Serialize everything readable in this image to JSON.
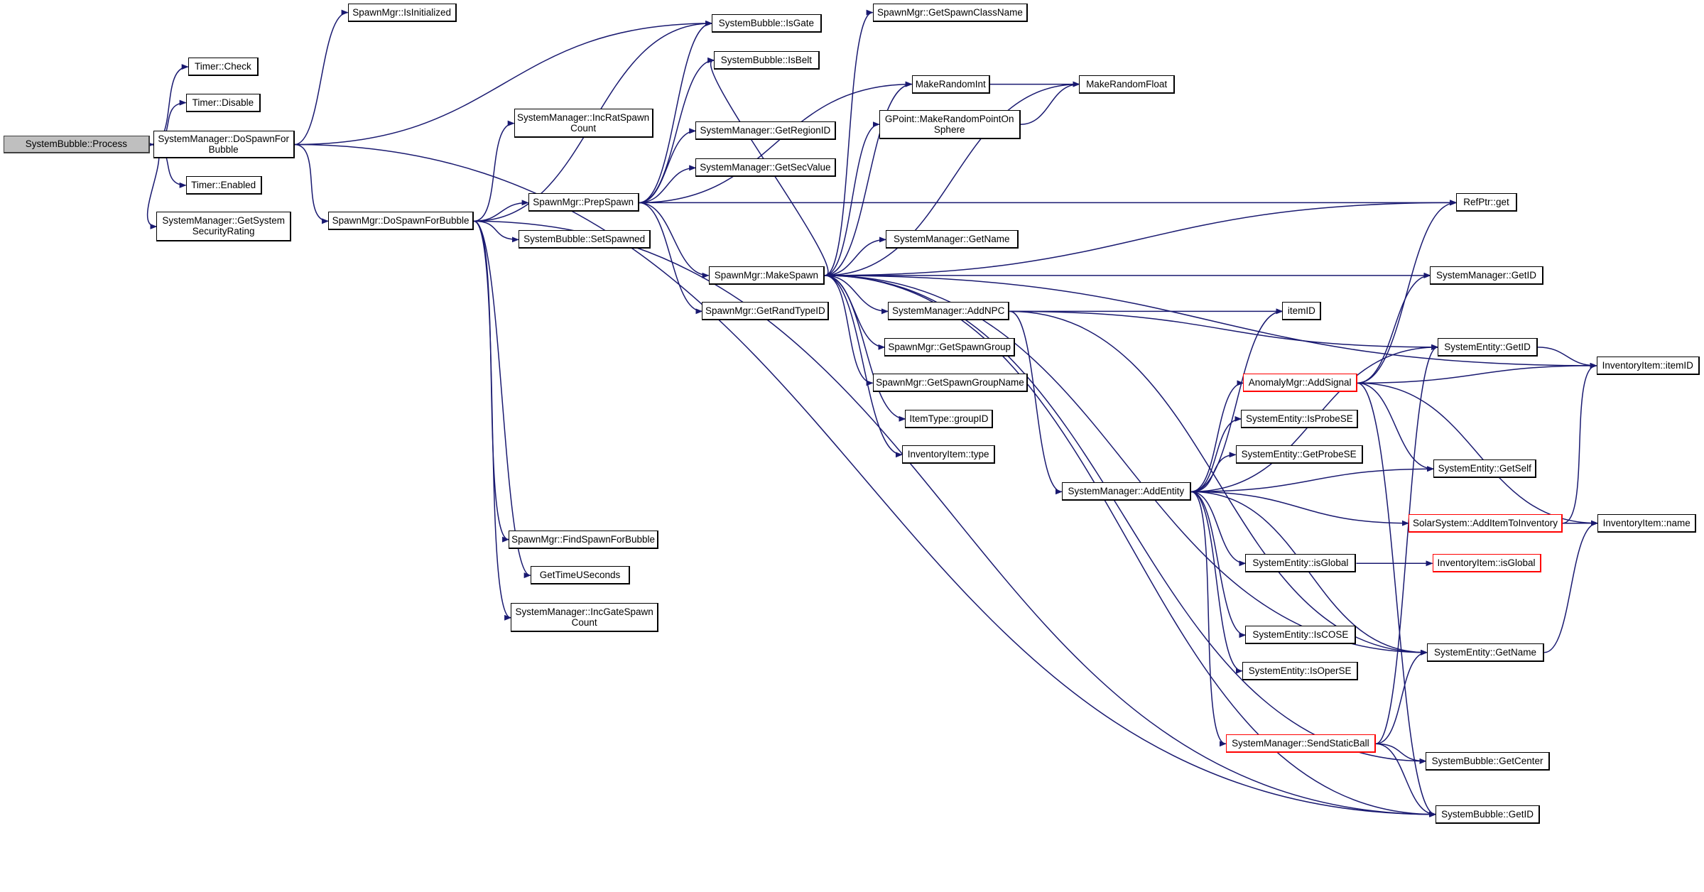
{
  "title": "SystemBubble::Process call graph",
  "colors": {
    "edge": "#191970",
    "root_fill": "#bfbfbf",
    "truncated_border": "#ff0000",
    "node_border": "#000000"
  },
  "nodes": [
    {
      "id": "process",
      "label": "SystemBubble::Process",
      "style": "root"
    },
    {
      "id": "timer_check",
      "label": "Timer::Check"
    },
    {
      "id": "timer_disable",
      "label": "Timer::Disable"
    },
    {
      "id": "sm_dospawn",
      "label": "SystemManager::DoSpawnFor\nBubble"
    },
    {
      "id": "timer_enabled",
      "label": "Timer::Enabled"
    },
    {
      "id": "sm_secrating",
      "label": "SystemManager::GetSystem\nSecurityRating"
    },
    {
      "id": "spm_isinit",
      "label": "SpawnMgr::IsInitialized"
    },
    {
      "id": "sb_isgate",
      "label": "SystemBubble::IsGate"
    },
    {
      "id": "sb_isbelt",
      "label": "SystemBubble::IsBelt"
    },
    {
      "id": "sm_incrat",
      "label": "SystemManager::IncRatSpawn\nCount"
    },
    {
      "id": "sm_region",
      "label": "SystemManager::GetRegionID"
    },
    {
      "id": "sm_secvalue",
      "label": "SystemManager::GetSecValue"
    },
    {
      "id": "spm_prep",
      "label": "SpawnMgr::PrepSpawn"
    },
    {
      "id": "spm_dospawn",
      "label": "SpawnMgr::DoSpawnForBubble"
    },
    {
      "id": "sb_setspawned",
      "label": "SystemBubble::SetSpawned"
    },
    {
      "id": "spm_make",
      "label": "SpawnMgr::MakeSpawn"
    },
    {
      "id": "spm_randtype",
      "label": "SpawnMgr::GetRandTypeID"
    },
    {
      "id": "spm_find",
      "label": "SpawnMgr::FindSpawnForBubble"
    },
    {
      "id": "gettime",
      "label": "GetTimeUSeconds"
    },
    {
      "id": "sm_incgate",
      "label": "SystemManager::IncGateSpawn\nCount"
    },
    {
      "id": "spm_classname",
      "label": "SpawnMgr::GetSpawnClassName"
    },
    {
      "id": "randint",
      "label": "MakeRandomInt"
    },
    {
      "id": "randfloat",
      "label": "MakeRandomFloat"
    },
    {
      "id": "gpoint",
      "label": "GPoint::MakeRandomPointOn\nSphere"
    },
    {
      "id": "sm_getname",
      "label": "SystemManager::GetName"
    },
    {
      "id": "sm_addnpc",
      "label": "SystemManager::AddNPC"
    },
    {
      "id": "spm_group",
      "label": "SpawnMgr::GetSpawnGroup"
    },
    {
      "id": "spm_groupname",
      "label": "SpawnMgr::GetSpawnGroupName"
    },
    {
      "id": "it_groupid",
      "label": "ItemType::groupID"
    },
    {
      "id": "ii_type",
      "label": "InventoryItem::type"
    },
    {
      "id": "sm_addentity",
      "label": "SystemManager::AddEntity"
    },
    {
      "id": "refptr_get",
      "label": "RefPtr::get"
    },
    {
      "id": "sm_getid",
      "label": "SystemManager::GetID"
    },
    {
      "id": "itemid",
      "label": "itemID"
    },
    {
      "id": "se_getid",
      "label": "SystemEntity::GetID"
    },
    {
      "id": "ii_itemid",
      "label": "InventoryItem::itemID"
    },
    {
      "id": "am_addsignal",
      "label": "AnomalyMgr::AddSignal",
      "style": "red"
    },
    {
      "id": "se_isprobe",
      "label": "SystemEntity::IsProbeSE"
    },
    {
      "id": "se_getprobe",
      "label": "SystemEntity::GetProbeSE"
    },
    {
      "id": "se_getself",
      "label": "SystemEntity::GetSelf"
    },
    {
      "id": "ss_additem",
      "label": "SolarSystem::AddItemToInventory",
      "style": "red"
    },
    {
      "id": "ii_name",
      "label": "InventoryItem::name"
    },
    {
      "id": "se_isglobal",
      "label": "SystemEntity::isGlobal"
    },
    {
      "id": "ii_isglobal",
      "label": "InventoryItem::isGlobal",
      "style": "red"
    },
    {
      "id": "se_iscose",
      "label": "SystemEntity::IsCOSE"
    },
    {
      "id": "se_isoper",
      "label": "SystemEntity::IsOperSE"
    },
    {
      "id": "se_getname",
      "label": "SystemEntity::GetName"
    },
    {
      "id": "sm_staticball",
      "label": "SystemManager::SendStaticBall",
      "style": "red"
    },
    {
      "id": "sb_center",
      "label": "SystemBubble::GetCenter"
    },
    {
      "id": "sb_getid",
      "label": "SystemBubble::GetID"
    }
  ],
  "edges": [
    [
      "process",
      "timer_check"
    ],
    [
      "process",
      "timer_disable"
    ],
    [
      "process",
      "sm_dospawn"
    ],
    [
      "process",
      "timer_enabled"
    ],
    [
      "process",
      "sm_secrating"
    ],
    [
      "sm_dospawn",
      "spm_isinit"
    ],
    [
      "sm_dospawn",
      "sb_isgate"
    ],
    [
      "sm_dospawn",
      "spm_dospawn"
    ],
    [
      "sm_dospawn",
      "sb_getid"
    ],
    [
      "spm_dospawn",
      "sb_isgate"
    ],
    [
      "spm_dospawn",
      "sm_incrat"
    ],
    [
      "spm_dospawn",
      "spm_prep"
    ],
    [
      "spm_dospawn",
      "sb_setspawned"
    ],
    [
      "spm_dospawn",
      "spm_find"
    ],
    [
      "spm_dospawn",
      "gettime"
    ],
    [
      "spm_dospawn",
      "sm_incgate"
    ],
    [
      "spm_dospawn",
      "sb_getid"
    ],
    [
      "spm_prep",
      "sb_isgate"
    ],
    [
      "spm_prep",
      "sb_isbelt"
    ],
    [
      "spm_prep",
      "sm_region"
    ],
    [
      "spm_prep",
      "sm_secvalue"
    ],
    [
      "spm_prep",
      "spm_make"
    ],
    [
      "spm_prep",
      "spm_randtype"
    ],
    [
      "spm_prep",
      "refptr_get"
    ],
    [
      "spm_prep",
      "randint"
    ],
    [
      "spm_make",
      "spm_classname"
    ],
    [
      "spm_make",
      "sb_isbelt"
    ],
    [
      "spm_make",
      "randint"
    ],
    [
      "spm_make",
      "randfloat"
    ],
    [
      "spm_make",
      "gpoint"
    ],
    [
      "spm_make",
      "ii_itemid"
    ],
    [
      "spm_make",
      "refptr_get"
    ],
    [
      "spm_make",
      "sm_getname"
    ],
    [
      "spm_make",
      "sm_getid"
    ],
    [
      "spm_make",
      "sm_addnpc"
    ],
    [
      "spm_make",
      "spm_group"
    ],
    [
      "spm_make",
      "spm_groupname"
    ],
    [
      "spm_make",
      "it_groupid"
    ],
    [
      "spm_make",
      "ii_type"
    ],
    [
      "spm_make",
      "sb_center"
    ],
    [
      "spm_make",
      "sb_getid"
    ],
    [
      "spm_make",
      "se_getname"
    ],
    [
      "randint",
      "randfloat"
    ],
    [
      "gpoint",
      "randfloat"
    ],
    [
      "sm_addnpc",
      "itemid"
    ],
    [
      "sm_addnpc",
      "se_getid"
    ],
    [
      "sm_addnpc",
      "sm_addentity"
    ],
    [
      "sm_addnpc",
      "se_getname"
    ],
    [
      "sm_addentity",
      "itemid"
    ],
    [
      "sm_addentity",
      "se_getid"
    ],
    [
      "sm_addentity",
      "am_addsignal"
    ],
    [
      "sm_addentity",
      "se_isprobe"
    ],
    [
      "sm_addentity",
      "se_getprobe"
    ],
    [
      "sm_addentity",
      "se_getself"
    ],
    [
      "sm_addentity",
      "ss_additem"
    ],
    [
      "sm_addentity",
      "se_isglobal"
    ],
    [
      "sm_addentity",
      "se_iscose"
    ],
    [
      "sm_addentity",
      "se_isoper"
    ],
    [
      "sm_addentity",
      "se_getname"
    ],
    [
      "sm_addentity",
      "sm_staticball"
    ],
    [
      "am_addsignal",
      "refptr_get"
    ],
    [
      "am_addsignal",
      "sm_getid"
    ],
    [
      "am_addsignal",
      "ii_itemid"
    ],
    [
      "am_addsignal",
      "se_getself"
    ],
    [
      "am_addsignal",
      "ii_name"
    ],
    [
      "am_addsignal",
      "sb_getid"
    ],
    [
      "se_getid",
      "ii_itemid"
    ],
    [
      "ss_additem",
      "ii_name"
    ],
    [
      "ss_additem",
      "ii_itemid"
    ],
    [
      "se_isglobal",
      "ii_isglobal"
    ],
    [
      "se_getname",
      "ii_name"
    ],
    [
      "sm_staticball",
      "se_getid"
    ],
    [
      "sm_staticball",
      "se_getname"
    ],
    [
      "sm_staticball",
      "sb_center"
    ],
    [
      "sm_staticball",
      "sb_getid"
    ]
  ]
}
